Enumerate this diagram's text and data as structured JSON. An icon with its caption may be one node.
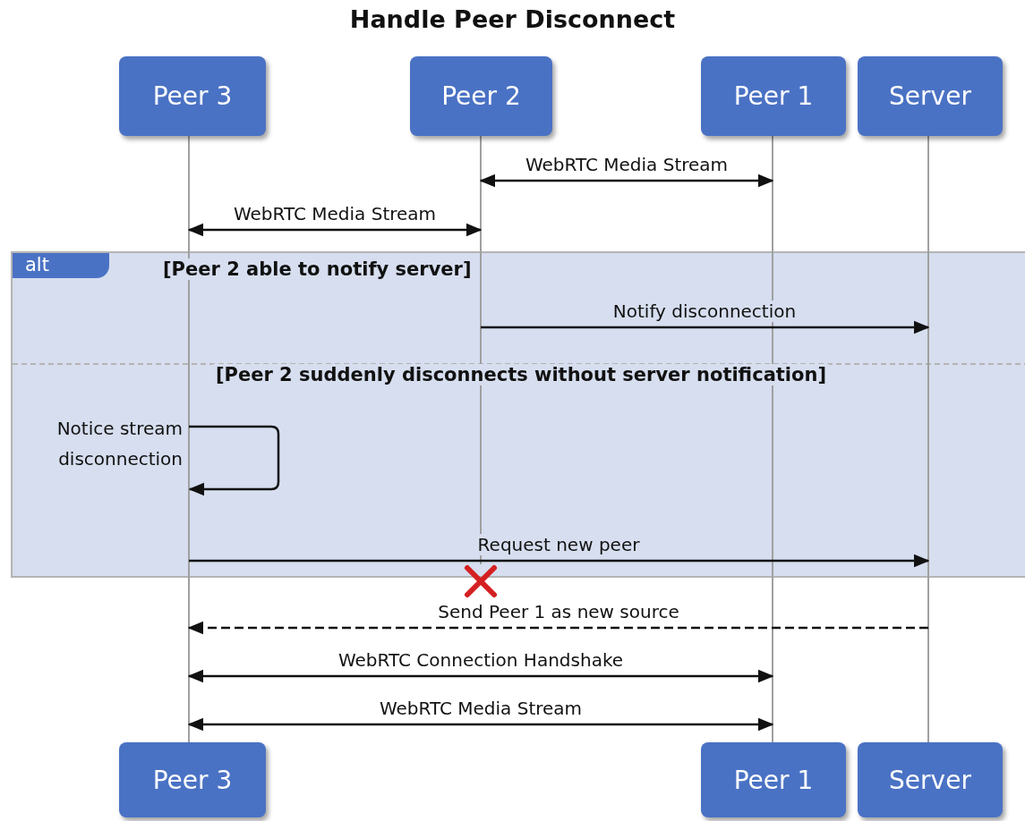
{
  "diagram": {
    "title": "Handle Peer Disconnect",
    "nodes": [
      {
        "text": [
          "Peer 3"
        ]
      },
      {
        "text": [
          "Peer 2"
        ]
      },
      {
        "text": [
          "Peer 1"
        ]
      },
      {
        "text": [
          "Server"
        ]
      },
      {
        "text": [],
        "shape": "line"
      },
      {
        "text": [],
        "shape": "line"
      },
      {
        "text": [],
        "shape": "line"
      },
      {
        "text": [],
        "shape": "line"
      },
      {
        "text": [],
        "shape": "cross"
      },
      {
        "text": [
          "Peer 3"
        ]
      },
      {
        "text": [
          "Peer 1"
        ]
      },
      {
        "text": [
          "Server"
        ]
      }
    ],
    "edges": [
      {
        "from": 5,
        "to": 6,
        "arrow": "both",
        "label": "WebRTC Media Stream"
      },
      {
        "from": 4,
        "to": 5,
        "arrow": "both",
        "label": "WebRTC Media Stream"
      },
      {
        "from": 5,
        "to": 7,
        "arrow": "to",
        "label": "Notify disconnection"
      },
      {
        "from": 4,
        "to": 4,
        "arrow": "to",
        "label": "Notice stream disconnection"
      },
      {
        "from": 4,
        "to": 7,
        "arrow": "to",
        "label": "Request new peer"
      },
      {
        "from": 7,
        "to": 4,
        "arrow": "to",
        "label": "Send Peer 1 as new source",
        "style": "dashed"
      },
      {
        "from": 4,
        "to": 6,
        "arrow": "both",
        "label": "WebRTC Connection Handshake"
      },
      {
        "from": 4,
        "to": 6,
        "arrow": "both",
        "label": "WebRTC Media Stream"
      }
    ],
    "labels": [
      "alt",
      "[Peer 2 able to notify server]",
      "[Peer 2 suddenly disconnects without server notification]"
    ]
  }
}
